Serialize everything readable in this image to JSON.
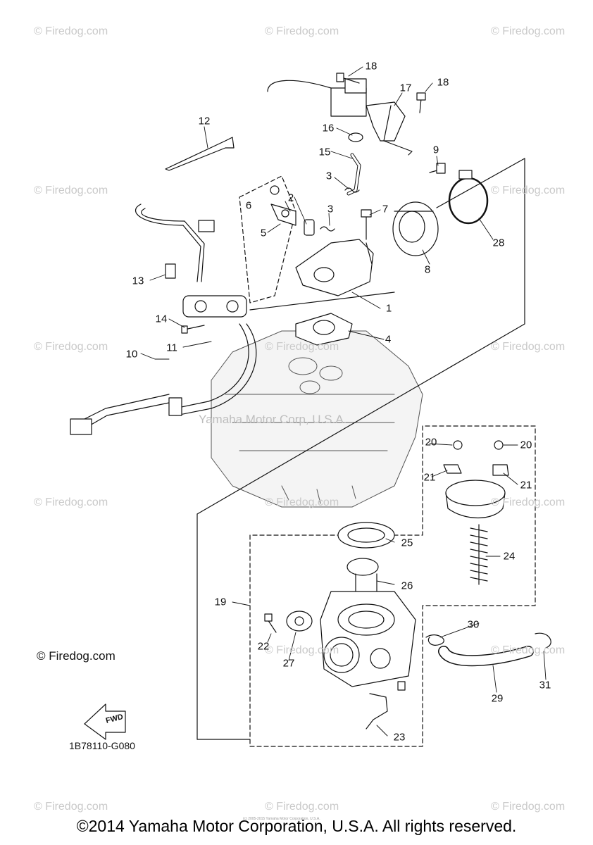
{
  "watermark_text": "© Firedog.com",
  "center_watermark": "Yamaha Motor Corp, U.S.A.",
  "firedog_label": "© Firedog.com",
  "part_code": "1B78110-G080",
  "fwd_label": "FWD",
  "footer": "©2014 Yamaha Motor Corporation, U.S.A. All rights reserved.",
  "tiny_credit": "(c) 2005-2015 Yamaha Motor Corporation, U.S.A.",
  "callouts": [
    "1",
    "2",
    "3",
    "3",
    "4",
    "5",
    "6",
    "7",
    "8",
    "9",
    "10",
    "11",
    "12",
    "13",
    "14",
    "15",
    "16",
    "17",
    "18",
    "18",
    "19",
    "20",
    "20",
    "21",
    "21",
    "22",
    "23",
    "24",
    "25",
    "26",
    "27",
    "28",
    "29",
    "30",
    "31"
  ]
}
